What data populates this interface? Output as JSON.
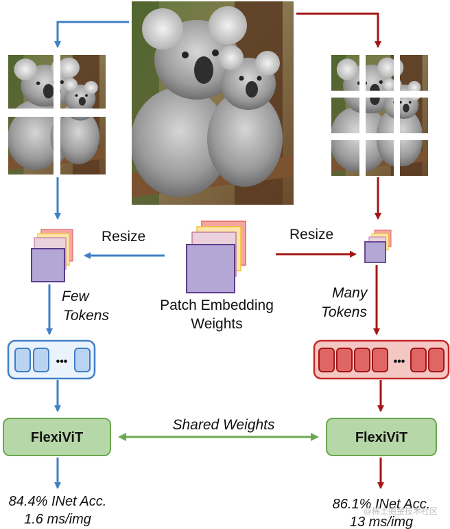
{
  "labels": {
    "resize_left": "Resize",
    "resize_right": "Resize",
    "patch_line1": "Patch Embedding",
    "patch_line2": "Weights",
    "few_line1": "Few",
    "few_line2": "Tokens",
    "many_line1": "Many",
    "many_line2": "Tokens",
    "token_dots_left": "•••",
    "token_dots_right": "•••",
    "flexivit_left": "FlexiViT",
    "flexivit_right": "FlexiViT",
    "shared_weights": "Shared Weights",
    "result_left_line1": "84.4% INet Acc.",
    "result_left_line2": "1.6 ms/img",
    "result_right_line1": "86.1% INet Acc.",
    "result_right_line2": "13 ms/img",
    "watermark": "@稀土掘金技术社区"
  },
  "colors": {
    "blue": "#3f7fc6",
    "red": "#a31515",
    "green": "#6aa84f",
    "green_fill": "#b6d7a8",
    "purple": "#b4a7d6",
    "purple_stroke": "#5b3c8c"
  }
}
